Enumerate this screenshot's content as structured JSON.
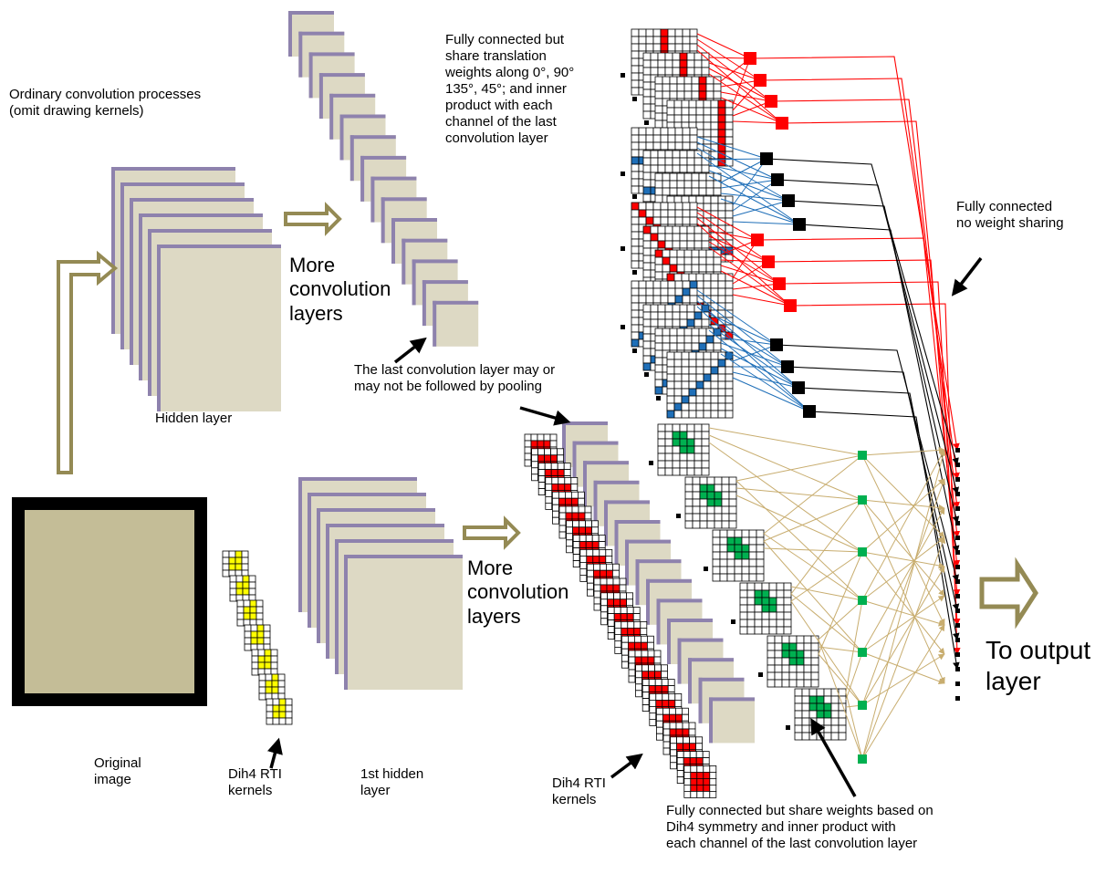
{
  "labels": {
    "ordinary_convolution": "Ordinary convolution processes\n(omit drawing kernels)",
    "hidden_layer": "Hidden layer",
    "more_conv_top": "More\nconvolution\nlayers",
    "last_conv_note": "The last convolution layer may or\nmay not be followed by pooling",
    "fully_connected_translation": "Fully connected but\nshare translation\nweights along 0°, 90°\n135°, 45°; and inner\nproduct with each\nchannel of the last\nconvolution layer",
    "fully_connected_no_sharing": "Fully connected\nno weight sharing",
    "original_image": "Original\nimage",
    "dih4_rti_kernels_left": "Dih4 RTI\nkernels",
    "first_hidden_layer": "1st hidden\nlayer",
    "more_conv_bottom": "More\nconvolution\nlayers",
    "dih4_rti_kernels_middle": "Dih4 RTI\nkernels",
    "fully_connected_dih4": "Fully connected but share weights based on\nDih4  symmetry and inner product with\neach channel of the last convolution layer",
    "to_output_layer": "To output\nlayer"
  },
  "colors": {
    "layer_fill": "#ddd9c4",
    "layer_edge": "#8e82ad",
    "image_fill": "#c4bd97",
    "arrow_olive": "#948a54",
    "red": "#ff0000",
    "blue": "#1f6fb8",
    "green": "#00b050",
    "yellow": "#ffff00",
    "tan": "#c8ad6f",
    "black": "#000000"
  }
}
